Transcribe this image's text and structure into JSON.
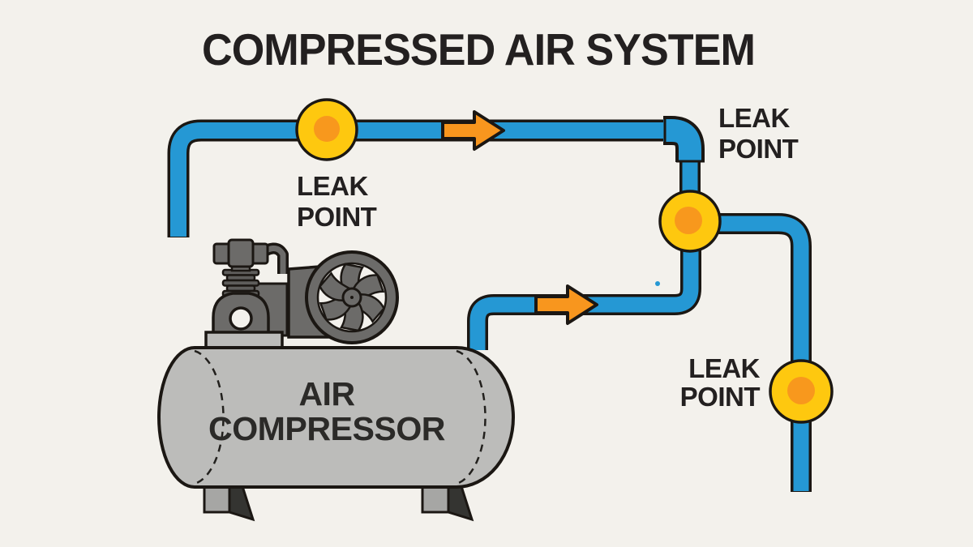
{
  "title": "COMPRESSED AIR SYSTEM",
  "labels": {
    "leak_top_left": {
      "line1": "LEAK",
      "line2": "POINT"
    },
    "leak_top_right": {
      "line1": "LEAK",
      "line2": "POINT"
    },
    "leak_bottom_right": {
      "line1": "LEAK",
      "line2": "POINT"
    }
  },
  "compressor": {
    "line1": "AIR",
    "line2": "COMPRESSOR"
  },
  "leak_point_count": 3,
  "flow_arrow_count": 2,
  "colors": {
    "background": "#F3F1EC",
    "pipe_blue": "#2598D4",
    "outline_black": "#1B1713",
    "leak_marker_yellow": "#FEC80F",
    "leak_marker_orange": "#F8981D",
    "arrow_orange": "#F8961E",
    "tank_gray": "#BCBCBA",
    "pump_gray": "#6C6B69",
    "text_dark": "#232020"
  }
}
